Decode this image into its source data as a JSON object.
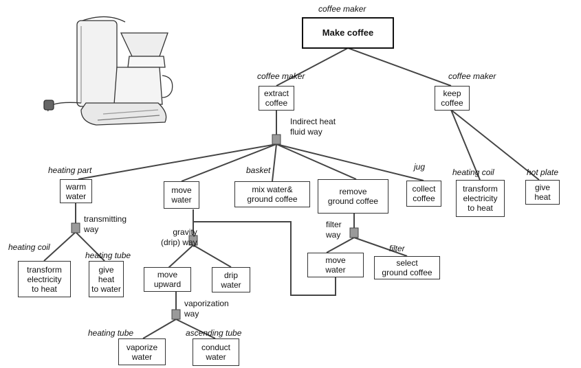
{
  "root": {
    "role": "coffee maker",
    "label": "Make coffee"
  },
  "extract": {
    "role": "coffee maker",
    "label": "extract\ncoffee"
  },
  "keep": {
    "role": "coffee maker",
    "label": "keep\ncoffee"
  },
  "indirect_way": "Indirect heat\nfluid way",
  "warm": {
    "role": "heating part",
    "label": "warm\nwater"
  },
  "move_water_top": {
    "label": "move\nwater"
  },
  "mix": {
    "role": "basket",
    "label": "mix water&\nground coffee"
  },
  "remove": {
    "label": "remove\nground coffee"
  },
  "collect": {
    "role": "jug",
    "label": "collect\ncoffee"
  },
  "transform_keep": {
    "role": "heating coil",
    "label": "transform\nelectricity\nto heat"
  },
  "give_keep": {
    "role": "hot plate",
    "label": "give\nheat"
  },
  "transmitting_way": "transmitting\nway",
  "transform_warm": {
    "role": "heating coil",
    "label": "transform\nelectricity\nto heat"
  },
  "give_warm": {
    "role": "heating tube",
    "label": "give\nheat\nto water"
  },
  "gravity_way": "gravity\n(drip) way",
  "move_upward": {
    "label": "move\nupward"
  },
  "drip": {
    "label": "drip\nwater"
  },
  "vaporization_way": "vaporization\nway",
  "vaporize": {
    "role": "heating tube",
    "label": "vaporize\nwater"
  },
  "conduct": {
    "role": "ascending tube",
    "label": "conduct\nwater"
  },
  "filter_way": "filter\nway",
  "move_water_bottom": {
    "label": "move\nwater"
  },
  "select": {
    "role": "filter",
    "label": "select\nground coffee"
  }
}
